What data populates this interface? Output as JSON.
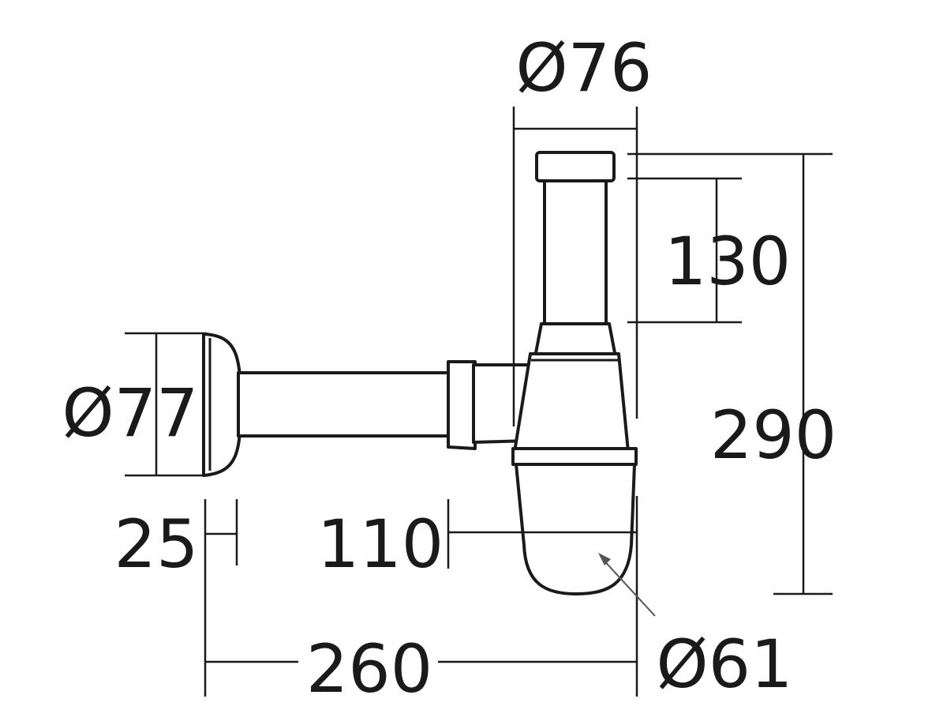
{
  "dimensions": {
    "top_diameter": "Ø76",
    "tail_height": "130",
    "total_height": "290",
    "wall_flange_diameter": "Ø77",
    "flange_depth": "25",
    "bottle_offset": "110",
    "total_depth": "260",
    "bottle_diameter": "Ø61"
  },
  "colors": {
    "line": "#1a1a1a",
    "background": "#ffffff"
  }
}
